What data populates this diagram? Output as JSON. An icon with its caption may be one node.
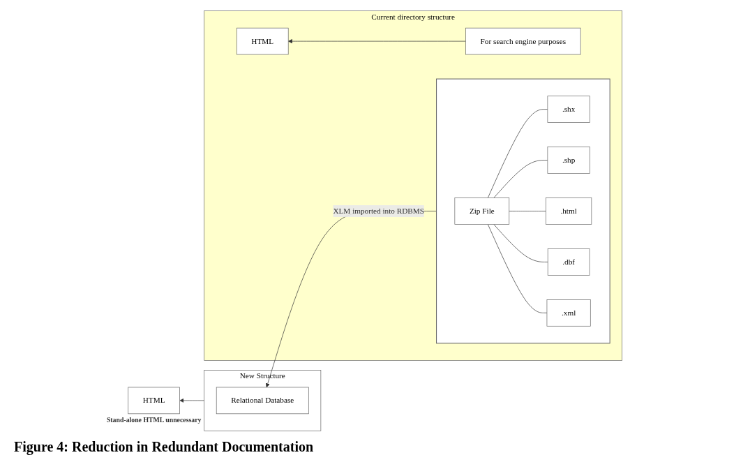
{
  "diagram": {
    "caption": "Figure 4: Reduction in Redundant Documentation",
    "nodes": [
      {
        "text": [
          "New Structure"
        ]
      },
      {
        "text": [
          "Relational Database"
        ],
        "in": 0
      },
      {
        "text": [
          "HTML"
        ],
        "beside": [
          "Stand-alone HTML unnecessary"
        ]
      },
      {
        "text": [
          "Current directory structure"
        ]
      },
      {
        "text": [],
        "shape": "box",
        "in": 3
      },
      {
        "text": [
          "Zip File"
        ],
        "in": 4
      },
      {
        "text": [
          ".shx"
        ],
        "in": 4
      },
      {
        "text": [
          ".shp"
        ],
        "in": 4
      },
      {
        "text": [
          ".html"
        ],
        "in": 4
      },
      {
        "text": [
          ".dbf"
        ],
        "in": 4
      },
      {
        "text": [
          ".xml"
        ],
        "in": 4
      },
      {
        "text": [
          "HTML"
        ],
        "in": 3
      },
      {
        "text": [
          "For search engine purposes"
        ],
        "in": 3
      }
    ],
    "edges": [
      {
        "from": 4,
        "to": 1,
        "arrow": "to",
        "label": "XLM imported into RDBMS"
      },
      {
        "from": 0,
        "to": 2,
        "arrow": "to"
      },
      {
        "from": 5,
        "to": 6,
        "arrow": "none"
      },
      {
        "from": 5,
        "to": 7,
        "arrow": "none"
      },
      {
        "from": 5,
        "to": 8,
        "arrow": "none"
      },
      {
        "from": 5,
        "to": 9,
        "arrow": "none"
      },
      {
        "from": 5,
        "to": 10,
        "arrow": "none"
      },
      {
        "from": 12,
        "to": 11,
        "arrow": "to"
      }
    ]
  }
}
